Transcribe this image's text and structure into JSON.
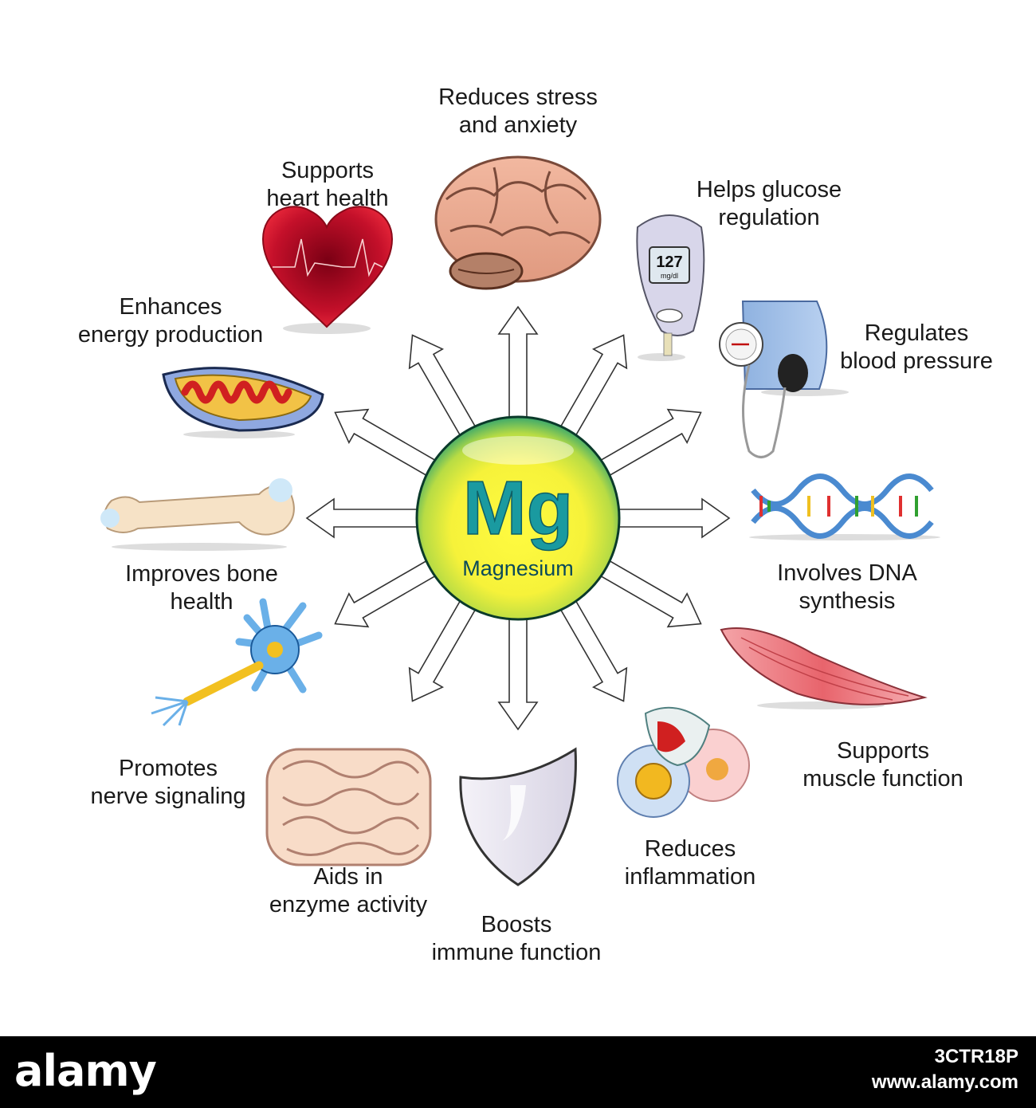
{
  "center": {
    "symbol": "Mg",
    "name": "Magnesium"
  },
  "benefits": [
    {
      "key": "stress",
      "line1": "Reduces stress",
      "line2": "and anxiety"
    },
    {
      "key": "glucose",
      "line1": "Helps glucose",
      "line2": "regulation"
    },
    {
      "key": "pressure",
      "line1": "Regulates",
      "line2": "blood pressure"
    },
    {
      "key": "dna",
      "line1": "Involves DNA",
      "line2": "synthesis"
    },
    {
      "key": "muscle",
      "line1": "Supports",
      "line2": "muscle function"
    },
    {
      "key": "inflam",
      "line1": "Reduces",
      "line2": "inflammation"
    },
    {
      "key": "immune",
      "line1": "Boosts",
      "line2": "immune function"
    },
    {
      "key": "enzyme",
      "line1": "Aids in",
      "line2": "enzyme activity"
    },
    {
      "key": "nerve",
      "line1": "Promotes",
      "line2": "nerve signaling"
    },
    {
      "key": "bone",
      "line1": "Improves bone",
      "line2": "health"
    },
    {
      "key": "energy",
      "line1": "Enhances",
      "line2": "energy production"
    },
    {
      "key": "heart",
      "line1": "Supports",
      "line2": "heart health"
    }
  ],
  "glucometer": {
    "reading": "127",
    "unit": "mg/dl"
  },
  "footer": {
    "brand": "alamy",
    "image_id": "3CTR18P",
    "url": "www.alamy.com"
  },
  "colors": {
    "sphere_center": "#fffa3c",
    "sphere_edge": "#38a86a",
    "mg_text": "#1a9aa0",
    "heart": "#c8102e"
  }
}
